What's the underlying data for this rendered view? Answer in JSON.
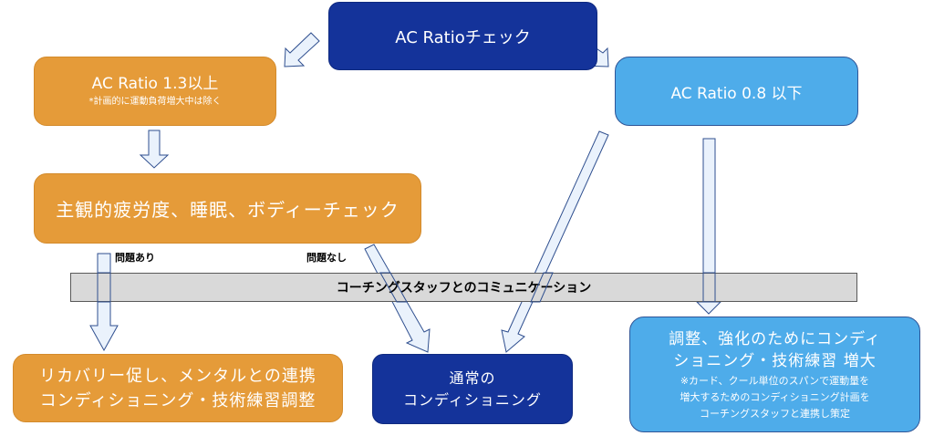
{
  "colors": {
    "dark_blue": "#14339a",
    "orange": "#e59b39",
    "light_blue": "#4eacea",
    "gray_bar": "#d9d9d9",
    "arrow_fill": "#eaf2fc",
    "arrow_stroke": "#2f4f8f"
  },
  "nodes": {
    "top": {
      "label": "AC Ratioチェック"
    },
    "high": {
      "label": "AC Ratio 1.3以上",
      "note": "*計画的に運動負荷増大中は除く"
    },
    "low": {
      "label": "AC Ratio 0.8 以下"
    },
    "check": {
      "label": "主観的疲労度、睡眠、ボディーチェック"
    },
    "communication": {
      "label": "コーチングスタッフとのコミュニケーション"
    },
    "recovery": {
      "line1": "リカバリー促し、メンタルとの連携",
      "line2": "コンディショニング・技術練習調整"
    },
    "normal": {
      "line1": "通常の",
      "line2": "コンディショニング"
    },
    "increase": {
      "line1": "調整、強化のためにコンディ",
      "line2": "ショニング・技術練習 増大",
      "note1": "※カード、クール単位のスパンで運動量を",
      "note2": "増大するためのコンディショニング計画を",
      "note3": "コーチングスタッフと連携し策定"
    }
  },
  "edge_labels": {
    "problem_yes": "問題あり",
    "problem_no": "問題なし"
  },
  "edges": [
    {
      "from": "top",
      "to": "high"
    },
    {
      "from": "top",
      "to": "low"
    },
    {
      "from": "high",
      "to": "check"
    },
    {
      "from": "check",
      "to": "recovery",
      "label": "問題あり"
    },
    {
      "from": "check",
      "to": "normal",
      "label": "問題なし"
    },
    {
      "from": "low",
      "to": "normal"
    },
    {
      "from": "low",
      "to": "increase"
    }
  ]
}
